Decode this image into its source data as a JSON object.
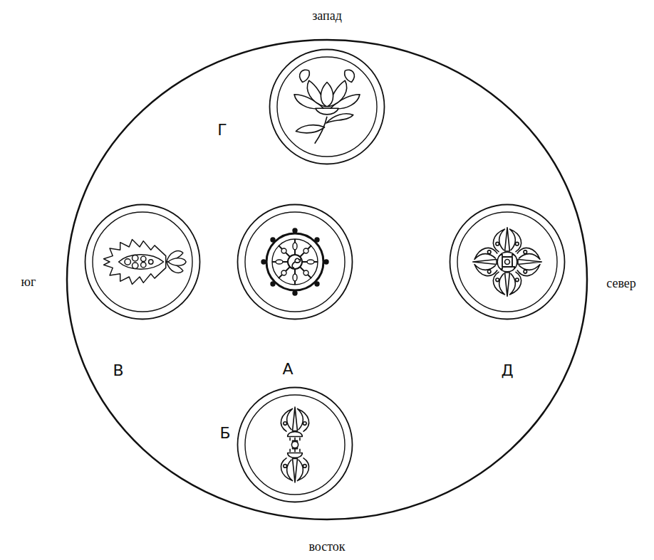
{
  "diagram": {
    "nodes": [
      {
        "text": [
          "Г"
        ]
      },
      {
        "text": [
          "В"
        ]
      },
      {
        "text": [
          "А"
        ]
      },
      {
        "text": [
          "Д"
        ]
      },
      {
        "text": [
          "Б"
        ]
      }
    ],
    "labels": [
      "запад",
      "юг",
      "север",
      "восток"
    ]
  }
}
